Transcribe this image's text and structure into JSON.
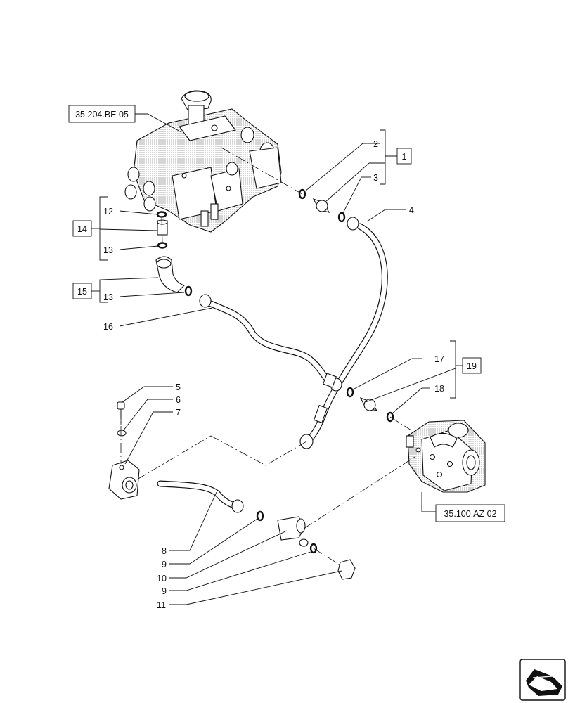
{
  "diagram": {
    "refs": {
      "valve_ref": "35.204.BE 05",
      "pump_ref": "35.100.AZ 02"
    },
    "items": {
      "n1": "1",
      "n2": "2",
      "n3": "3",
      "n4": "4",
      "n5": "5",
      "n6": "6",
      "n7": "7",
      "n8": "8",
      "n9a": "9",
      "n9b": "9",
      "n10": "10",
      "n11": "11",
      "n12": "12",
      "n13a": "13",
      "n13b": "13",
      "n14": "14",
      "n15": "15",
      "n16": "16",
      "n17": "17",
      "n18": "18",
      "n19": "19"
    },
    "nav_icon": "next-page-arrow-icon"
  }
}
